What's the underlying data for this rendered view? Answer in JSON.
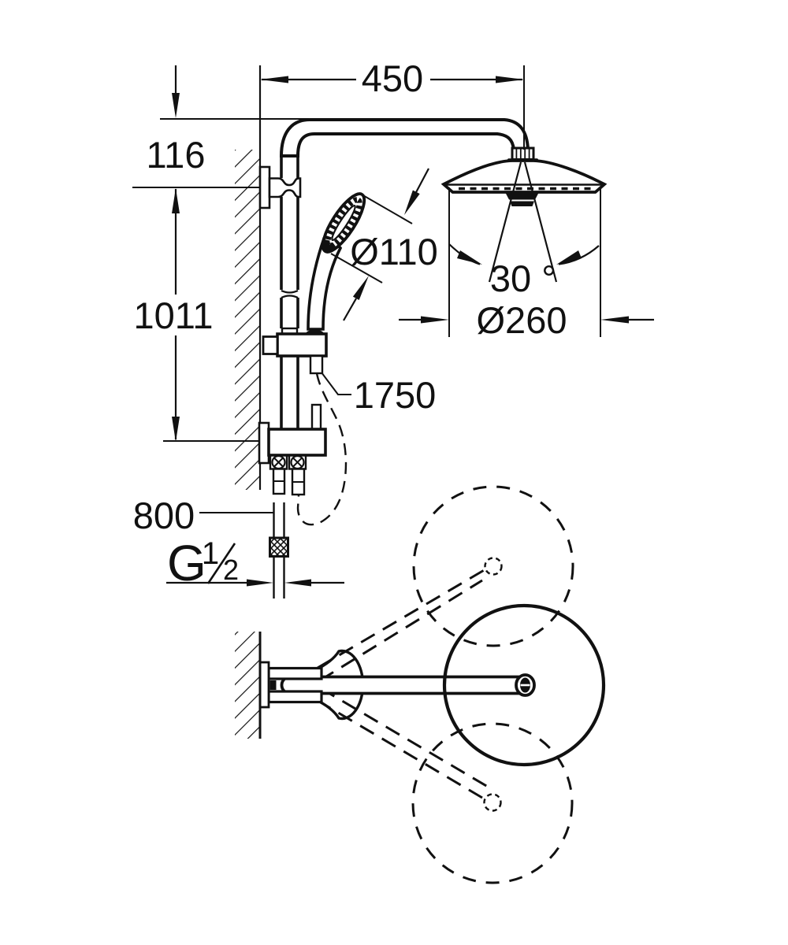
{
  "drawing": {
    "background": "#ffffff",
    "ink": "#111111",
    "dimensions": {
      "arm_projection_mm": "450",
      "head_drop_mm": "116",
      "rail_span_mm": "1011",
      "hand_shower_diameter": "Ø110",
      "spray_angle_deg": "30 °",
      "head_shower_diameter": "Ø260",
      "hose_length_mm": "1750",
      "inlet_height_mm": "800",
      "thread": {
        "letter": "G",
        "numerator": "1",
        "denominator": "2"
      }
    }
  }
}
